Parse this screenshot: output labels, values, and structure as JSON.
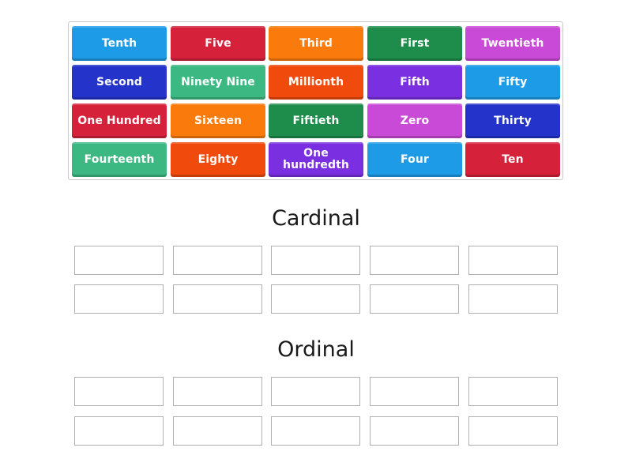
{
  "tiles": [
    {
      "label": "Tenth",
      "color": "#1e9be6"
    },
    {
      "label": "Five",
      "color": "#d5213a"
    },
    {
      "label": "Third",
      "color": "#fb7a0c"
    },
    {
      "label": "First",
      "color": "#1e8c4a"
    },
    {
      "label": "Twentieth",
      "color": "#c84ad6"
    },
    {
      "label": "Second",
      "color": "#2433c9"
    },
    {
      "label": "Ninety Nine",
      "color": "#3cb882"
    },
    {
      "label": "Millionth",
      "color": "#f04a0c"
    },
    {
      "label": "Fifth",
      "color": "#7a2fe0"
    },
    {
      "label": "Fifty",
      "color": "#1e9be6"
    },
    {
      "label": "One Hundred",
      "color": "#d5213a"
    },
    {
      "label": "Sixteen",
      "color": "#fb7a0c"
    },
    {
      "label": "Fiftieth",
      "color": "#1e8c4a"
    },
    {
      "label": "Zero",
      "color": "#c84ad6"
    },
    {
      "label": "Thirty",
      "color": "#2433c9"
    },
    {
      "label": "Fourteenth",
      "color": "#3cb882"
    },
    {
      "label": "Eighty",
      "color": "#f04a0c"
    },
    {
      "label": "One hundredth",
      "color": "#7a2fe0"
    },
    {
      "label": "Four",
      "color": "#1e9be6"
    },
    {
      "label": "Ten",
      "color": "#d5213a"
    }
  ],
  "groups": [
    {
      "title": "Cardinal",
      "slots": 10
    },
    {
      "title": "Ordinal",
      "slots": 10
    }
  ]
}
